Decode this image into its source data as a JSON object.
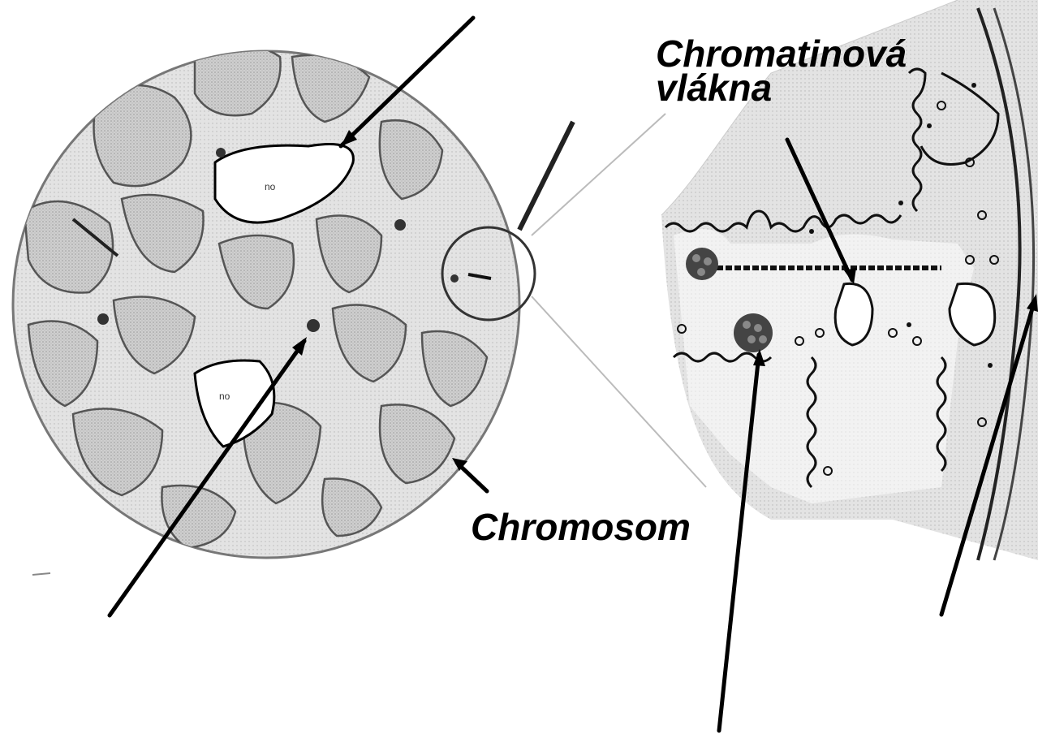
{
  "labels": {
    "chromatin_line1": "Chromatinová",
    "chromatin_line2": "vlákna",
    "chromosome": "Chromosom",
    "nucleolus_a": "no",
    "nucleolus_b": "no"
  },
  "colors": {
    "background": "#ffffff",
    "ink": "#000000",
    "cell_fill": "#c9c9c9",
    "outline": "#6b6b6b",
    "zoom_fill": "#d4d4d4"
  }
}
